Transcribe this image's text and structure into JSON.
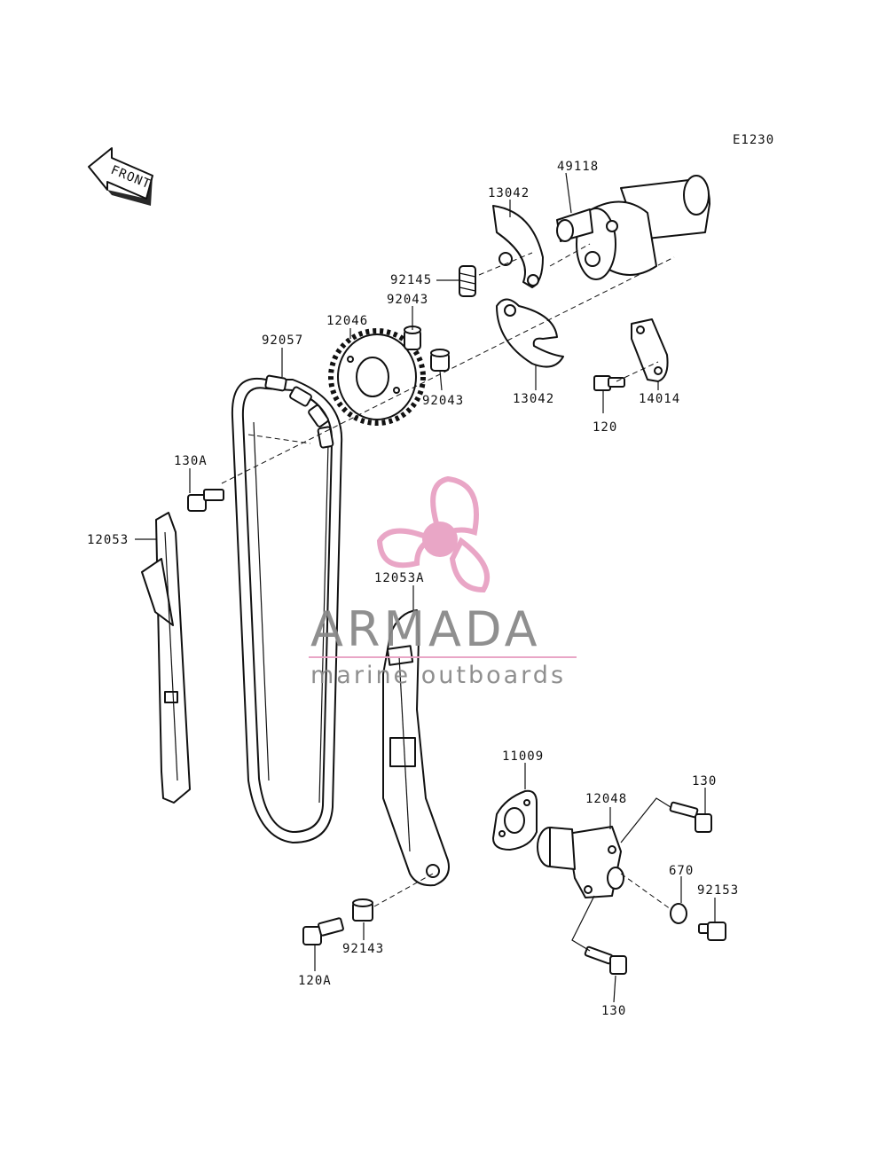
{
  "figure_code": "E1230",
  "front_label": "FRONT",
  "parts": {
    "p49118": "49118",
    "p13042_top": "13042",
    "p92145": "92145",
    "p12046": "12046",
    "p92043_top": "92043",
    "p92057": "92057",
    "p92043_bottom": "92043",
    "p13042_bottom": "13042",
    "p14014": "14014",
    "p120": "120",
    "p130A": "130A",
    "p12053": "12053",
    "p12053A": "12053A",
    "p11009": "11009",
    "p12048": "12048",
    "p130_top": "130",
    "p670": "670",
    "p92153": "92153",
    "p92143": "92143",
    "p120A": "120A",
    "p130_bottom": "130"
  },
  "watermark": {
    "brand": "ARMADA",
    "tagline": "marine outboards",
    "logo_color": "#e8a2c4"
  }
}
